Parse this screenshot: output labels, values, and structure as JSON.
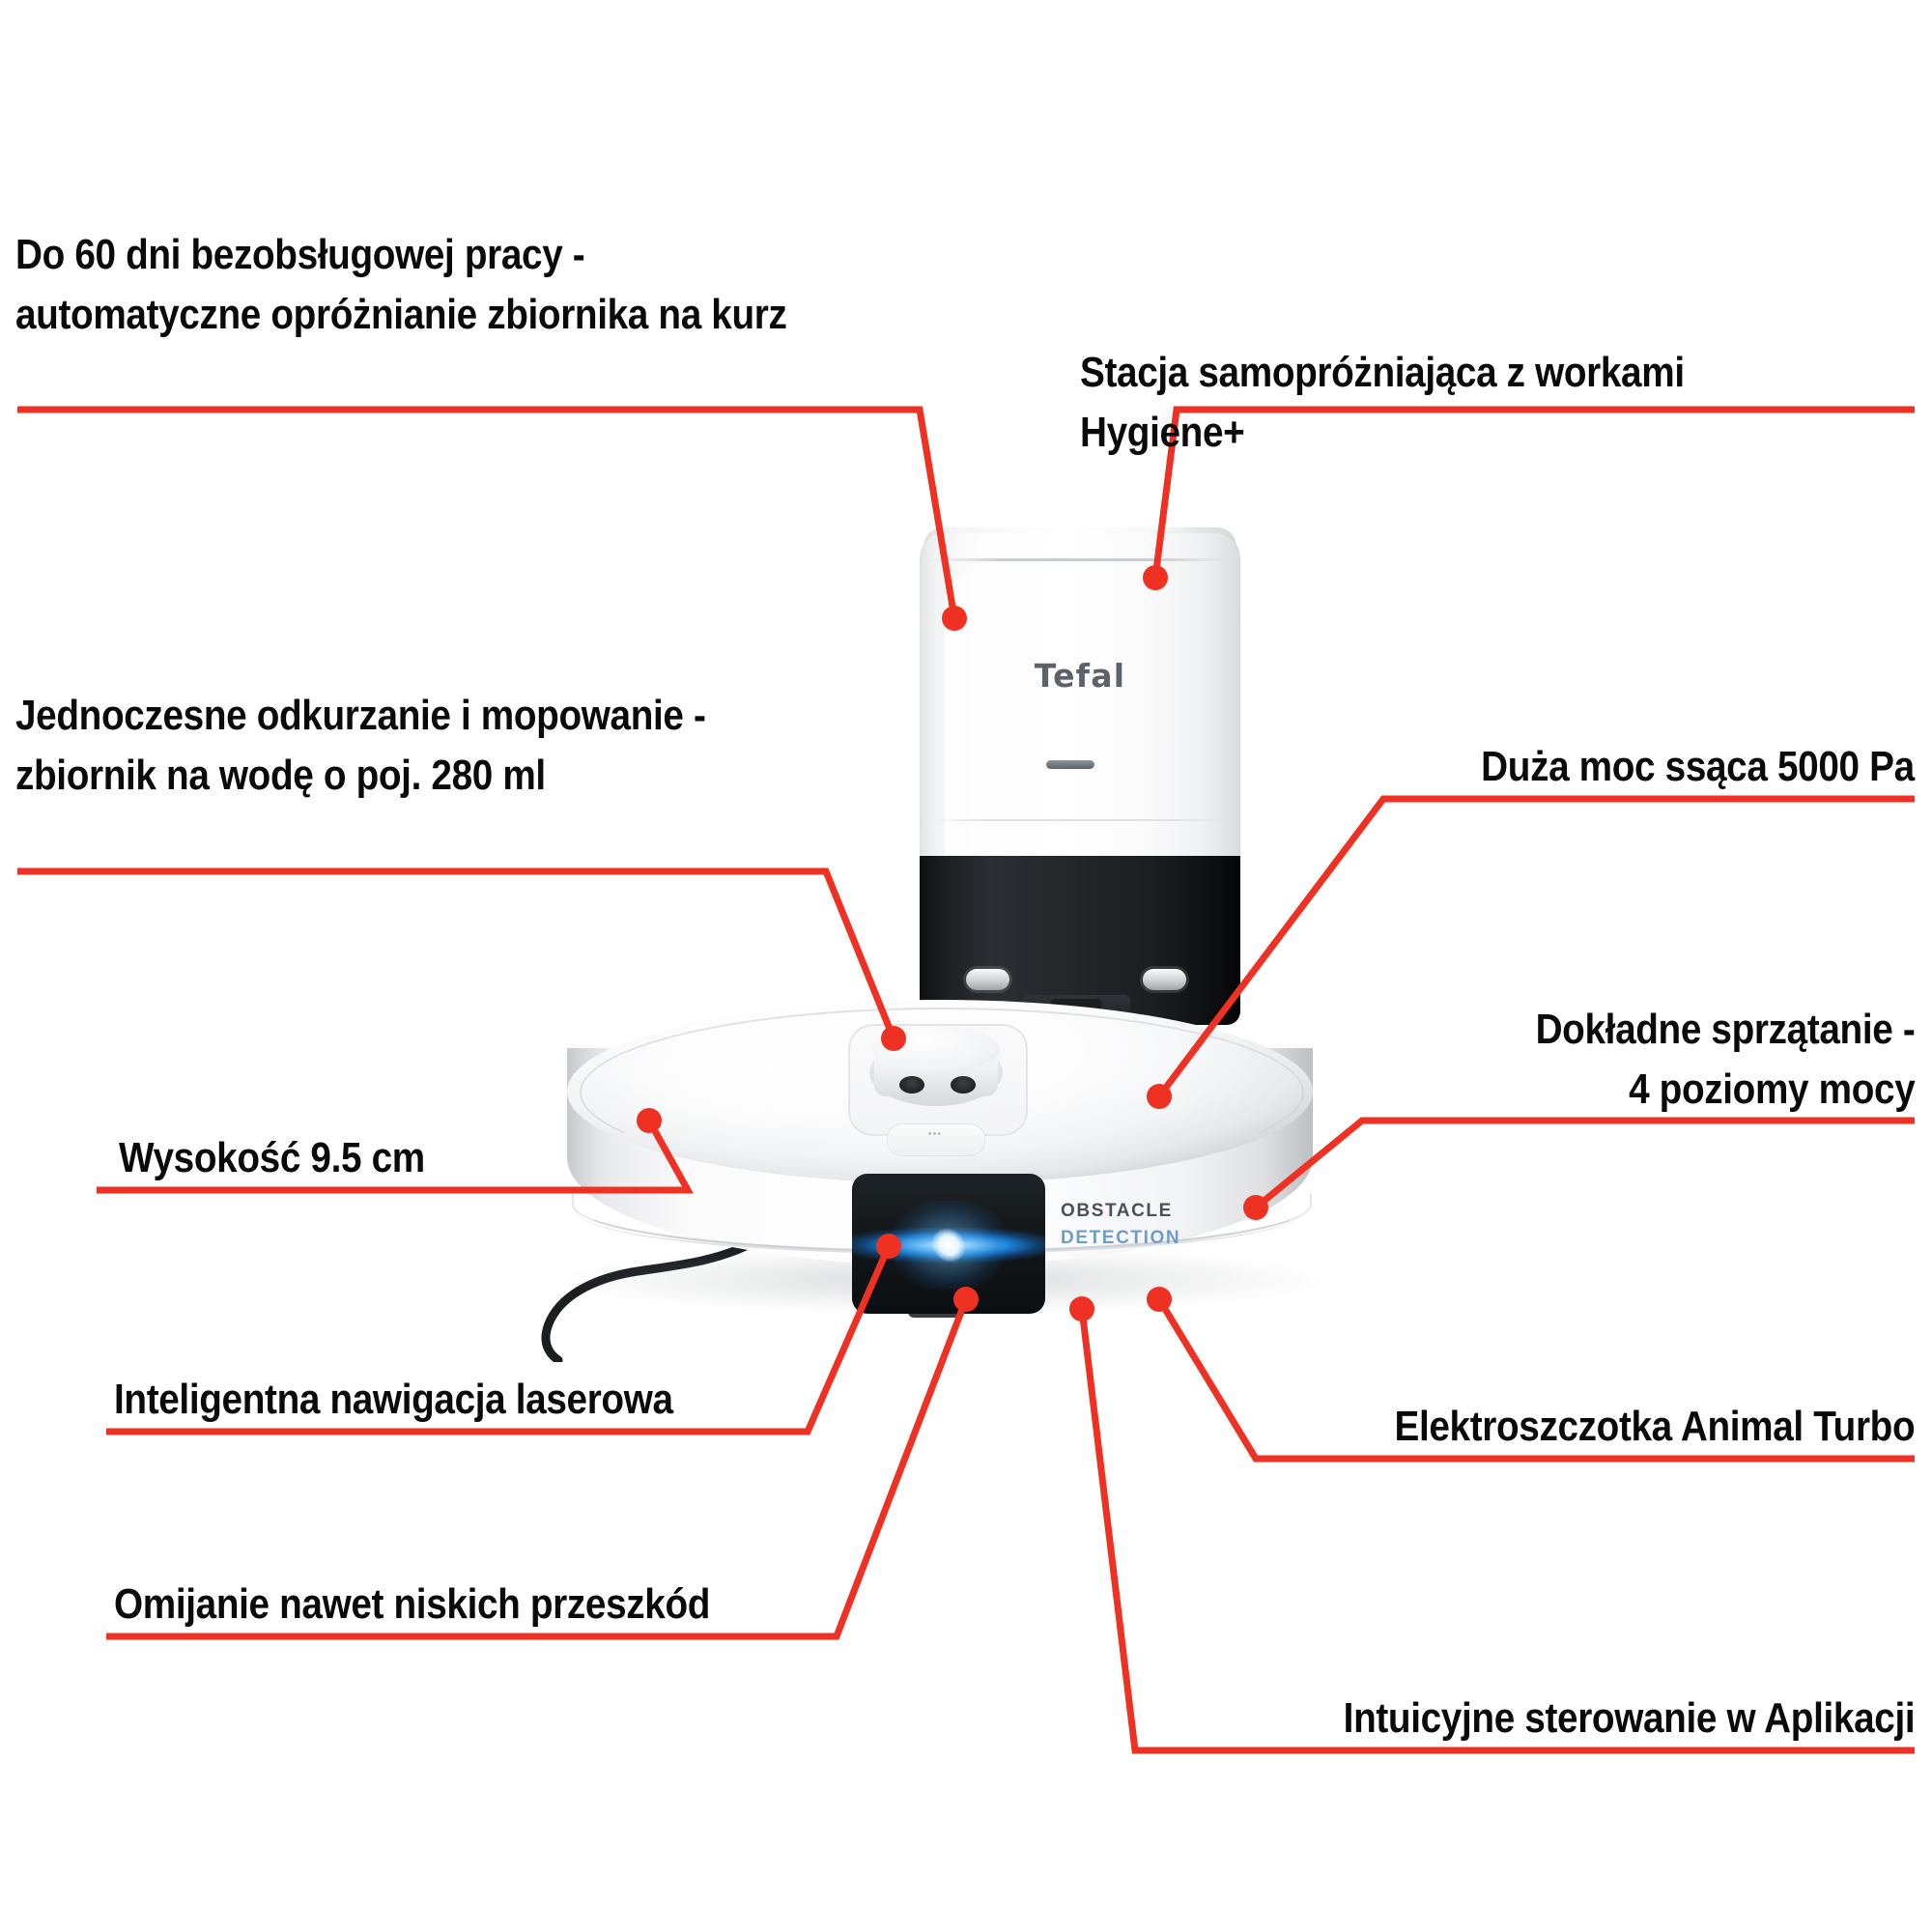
{
  "page": {
    "background_color": "#ffffff",
    "accent_color": "#ef3124",
    "text_color": "#0a0a0a",
    "brand": "Tefal"
  },
  "product": {
    "brand_logo": "Tefal",
    "sensor_label_line1": "OBSTACLE",
    "sensor_label_line2": "DETECTION",
    "sensor_label_color_line1": "#4a5058",
    "sensor_label_color_line2": "#6f9ccb",
    "robot_button_glyph": "•••"
  },
  "callouts": [
    {
      "id": "auto-empty",
      "lines": [
        "Do 60 dni bezobsługowej pracy -",
        "automatyczne opróżnianie zbiornika na kurz"
      ],
      "align": "left"
    },
    {
      "id": "self-empty-station",
      "lines": [
        "Stacja samopróżniająca z workami",
        "Hygiene+"
      ],
      "align": "left"
    },
    {
      "id": "vacuum-and-mop",
      "lines": [
        "Jednoczesne odkurzanie i mopowanie -",
        "zbiornik na wodę o poj. 280 ml"
      ],
      "align": "left"
    },
    {
      "id": "suction-power",
      "lines": [
        "Duża moc ssąca 5000 Pa"
      ],
      "align": "right"
    },
    {
      "id": "power-levels",
      "lines": [
        "Dokładne sprzątanie -",
        "4 poziomy mocy"
      ],
      "align": "left"
    },
    {
      "id": "height",
      "lines": [
        "Wysokość 9.5 cm"
      ],
      "align": "left"
    },
    {
      "id": "laser-navigation",
      "lines": [
        "Inteligentna nawigacja laserowa"
      ],
      "align": "left"
    },
    {
      "id": "obstacle-avoidance",
      "lines": [
        "Omijanie nawet niskich przeszkód"
      ],
      "align": "left"
    },
    {
      "id": "animal-turbo-brush",
      "lines": [
        "Elektroszczotka Animal Turbo"
      ],
      "align": "left"
    },
    {
      "id": "app-control",
      "lines": [
        "Intuicyjne sterowanie w Aplikacji"
      ],
      "align": "left"
    }
  ]
}
